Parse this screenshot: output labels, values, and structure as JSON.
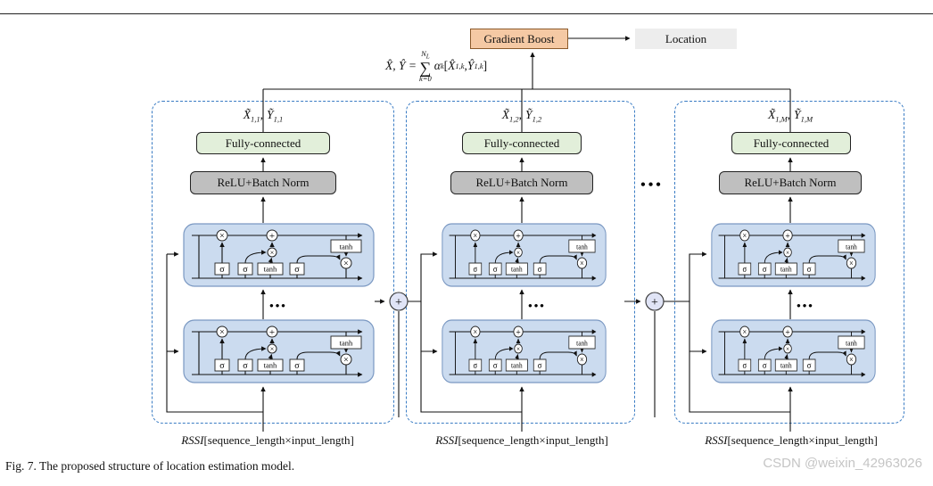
{
  "header": {
    "gradient_boost": "Gradient Boost",
    "location": "Location"
  },
  "formula": {
    "lhs": "X̂, Ŷ =",
    "sum_sup_base": "N",
    "sum_sup_sub": "L",
    "sigma": "∑",
    "sum_sub": "k=0",
    "alpha": "α",
    "alpha_sub": "k",
    "open": "[",
    "x": "X̂",
    "x_sub": "1,k",
    "comma": ",",
    "y": "Ŷ",
    "y_sub": "1,k",
    "close": "]"
  },
  "branches": [
    {
      "output": {
        "x": "X̃",
        "x_sub": "1,1",
        "y": "Ỹ",
        "y_sub": "1,1"
      },
      "fc_label": "Fully-connected",
      "relu_label": "ReLU+Batch Norm",
      "input_prefix": "RSSI",
      "input_rest": "[sequence_length×input_length]"
    },
    {
      "output": {
        "x": "X̃",
        "x_sub": "1,2",
        "y": "Ỹ",
        "y_sub": "1,2"
      },
      "fc_label": "Fully-connected",
      "relu_label": "ReLU+Batch Norm",
      "input_prefix": "RSSI",
      "input_rest": "[sequence_length×input_length]"
    },
    {
      "output": {
        "x": "X̃",
        "x_sub": "1,M",
        "y": "Ỹ",
        "y_sub": "1,M"
      },
      "fc_label": "Fully-connected",
      "relu_label": "ReLU+Batch Norm",
      "input_prefix": "RSSI",
      "input_rest": "[sequence_length×input_length]"
    }
  ],
  "lstm_cell": {
    "sigma": "σ",
    "tanh": "tanh",
    "mult": "×",
    "add": "+"
  },
  "connectors": {
    "plus": "+",
    "dots": "•••",
    "comma": ","
  },
  "caption": "Fig. 7. The proposed structure of location estimation model.",
  "watermark": "CSDN @weixin_42963026",
  "colors": {
    "gradient_boost_fill": "#F5C9A4",
    "location_fill": "#EDEDED",
    "fully_connected_fill": "#E2EFDA",
    "relu_fill": "#BFBFBF",
    "lstm_cell_fill": "#CBDBEF",
    "branch_border": "#3A7CC4"
  }
}
